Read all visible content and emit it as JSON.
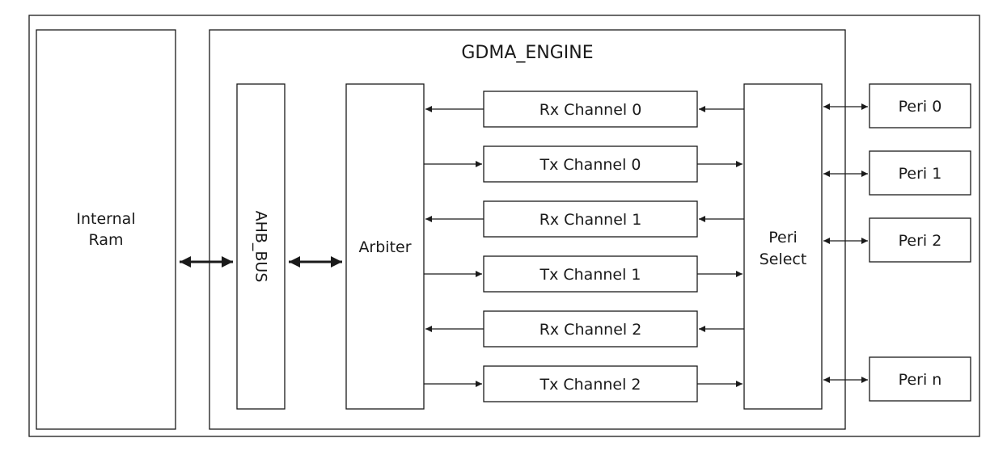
{
  "engine": {
    "title": "GDMA_ENGINE"
  },
  "blocks": {
    "internal_ram_line1": "Internal",
    "internal_ram_line2": "Ram",
    "ahb_bus": "AHB_BUS",
    "arbiter": "Arbiter",
    "peri_select_line1": "Peri",
    "peri_select_line2": "Select"
  },
  "channels": [
    {
      "label": "Rx Channel 0",
      "direction": "rx"
    },
    {
      "label": "Tx Channel 0",
      "direction": "tx"
    },
    {
      "label": "Rx Channel 1",
      "direction": "rx"
    },
    {
      "label": "Tx Channel 1",
      "direction": "tx"
    },
    {
      "label": "Rx Channel 2",
      "direction": "rx"
    },
    {
      "label": "Tx Channel 2",
      "direction": "tx"
    }
  ],
  "peripherals": [
    "Peri 0",
    "Peri 1",
    "Peri 2",
    "Peri n"
  ],
  "colors": {
    "stroke": "#1a1a1a",
    "fill": "#ffffff"
  }
}
